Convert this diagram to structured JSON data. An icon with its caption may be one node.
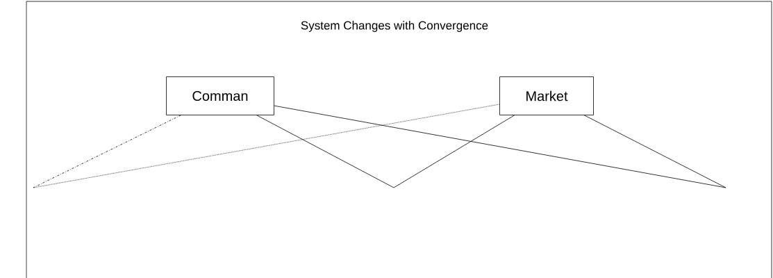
{
  "diagram": {
    "title": "System Changes with Convergence",
    "nodes": [
      {
        "text": [
          "Comman"
        ]
      },
      {
        "text": [
          "Market"
        ]
      }
    ],
    "edges": [
      {
        "from": 0,
        "to": 1,
        "arrow": "none"
      },
      {
        "from": 0,
        "to": 1,
        "arrow": "none"
      },
      {
        "from": 0,
        "to": null,
        "arrow": "none",
        "style": "dashed"
      },
      {
        "from": null,
        "to": 1,
        "arrow": "none",
        "style": "dashed"
      }
    ]
  }
}
